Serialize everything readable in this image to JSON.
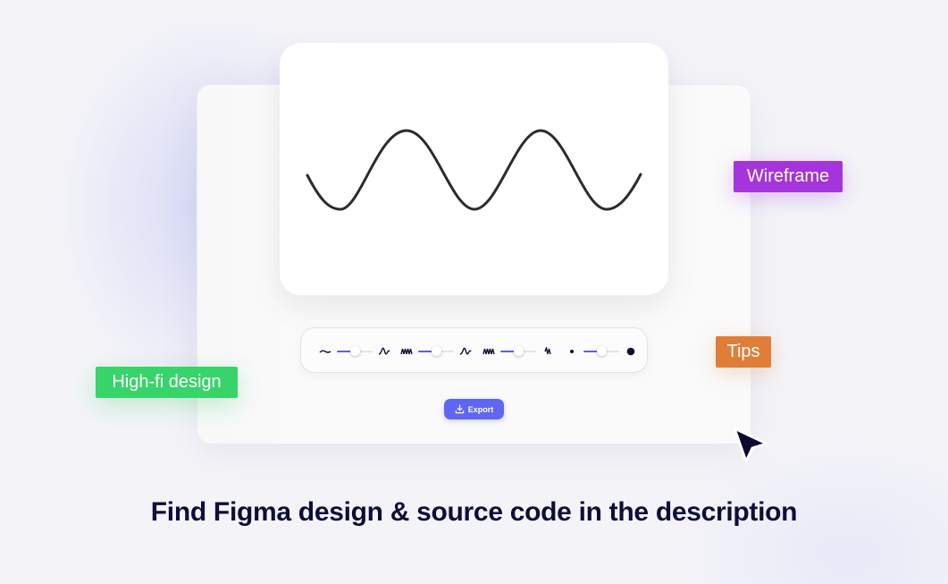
{
  "tags": {
    "wireframe": "Wireframe",
    "tips": "Tips",
    "hifi": "High-fi design"
  },
  "preview": {
    "waveform": "sine-wave",
    "stroke_color": "#2b2b2b"
  },
  "controls": {
    "sliders": [
      {
        "name": "amplitude",
        "min_icon": "flat-wave-icon",
        "max_icon": "tall-wave-icon",
        "value_percent": 50
      },
      {
        "name": "frequency",
        "min_icon": "dense-wave-icon",
        "max_icon": "sparse-wave-icon",
        "value_percent": 50
      },
      {
        "name": "waves",
        "min_icon": "dense-wave-icon",
        "max_icon": "narrow-wave-icon",
        "value_percent": 50
      },
      {
        "name": "stroke-width",
        "min_icon": "small-dot-icon",
        "max_icon": "large-dot-icon",
        "value_percent": 50
      }
    ],
    "accent_color": "#5b5ef0"
  },
  "export_button": {
    "label": "Export",
    "icon": "download-icon",
    "color": "#5f66f2"
  },
  "headline": "Find Figma design & source code in the description",
  "colors": {
    "wireframe": "#a534dd",
    "tips": "#e07e37",
    "hifi": "#37d46a",
    "headline": "#0e0d3a",
    "cursor": "#0b0a33"
  }
}
